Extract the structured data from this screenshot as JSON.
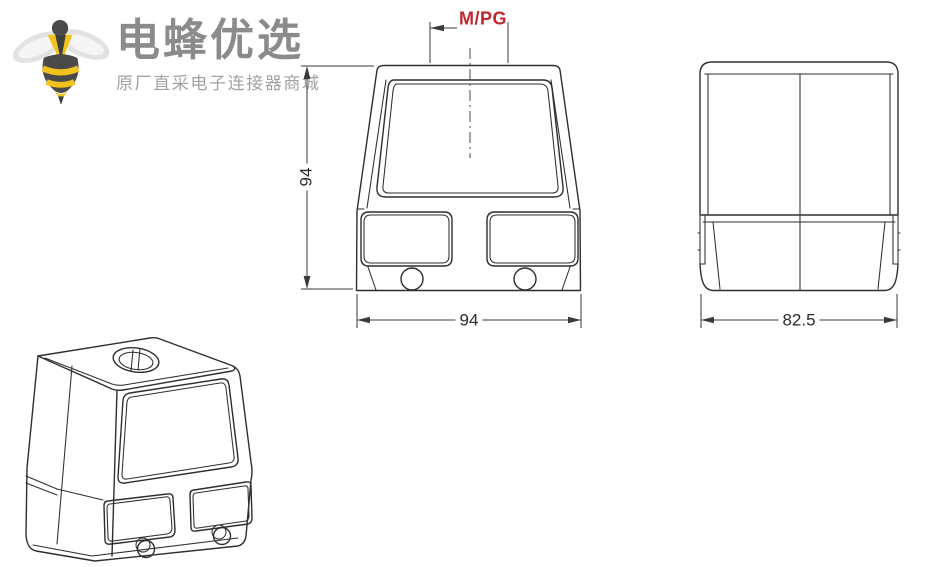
{
  "logo": {
    "icon": "bee-logo-icon",
    "brand_name": "电蜂优选",
    "tagline": "原厂直采电子连接器商城"
  },
  "drawing": {
    "front_view": {
      "thread_label": "M/PG",
      "height_dim": "94",
      "width_dim": "94"
    },
    "side_view": {
      "width_dim": "82.5"
    },
    "colors": {
      "line": "#2e2e2e",
      "dimension_text": "#2b2b2b",
      "thread_accent": "#c0272d",
      "brand_gray": "#8b8b8b",
      "bee_yellow": "#f2c21d",
      "bee_dark": "#474747",
      "wing_gray": "#e3e3e3"
    }
  }
}
